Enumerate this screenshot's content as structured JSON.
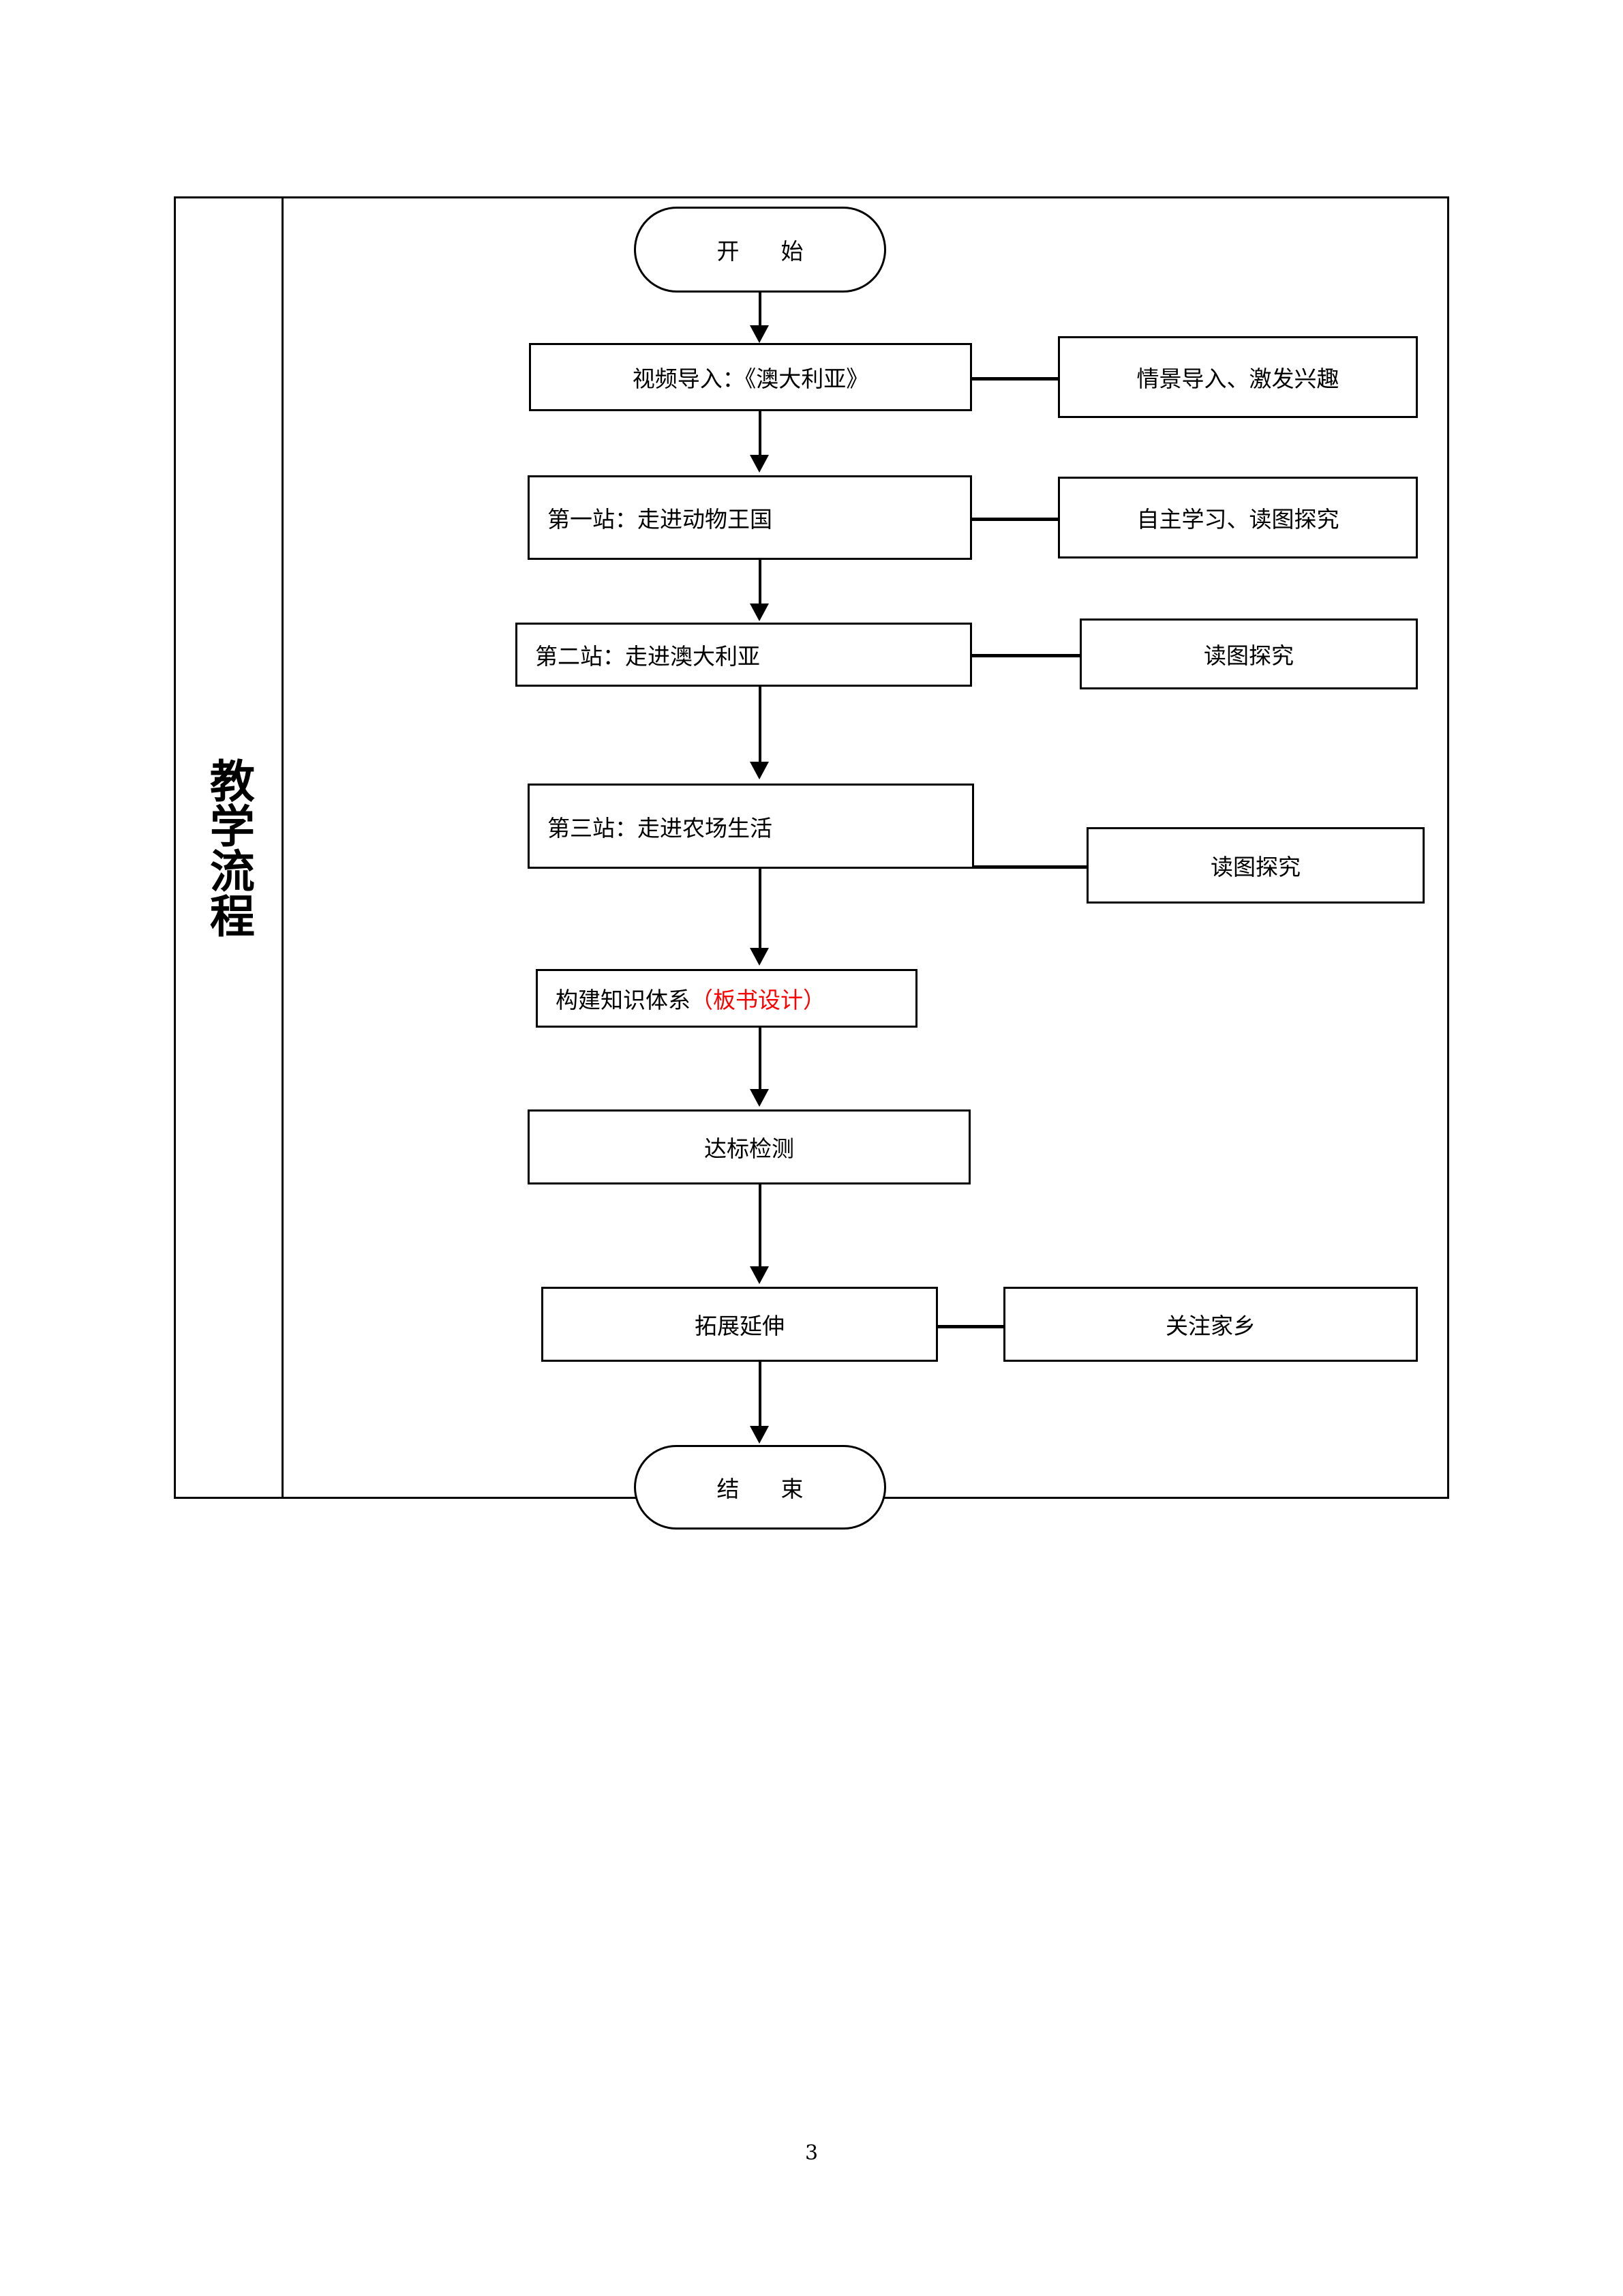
{
  "page": {
    "page_number": "3"
  },
  "table": {
    "row_label": "教学流程"
  },
  "flow": {
    "start": {
      "label": "开　始"
    },
    "end": {
      "label": "结　束"
    },
    "steps": [
      {
        "label": "视频导入：《澳大利亚》",
        "note": "情景导入、激发兴趣"
      },
      {
        "label": "第一站：走进动物王国",
        "note": "自主学习、读图探究"
      },
      {
        "label": "第二站：走进澳大利亚",
        "note": "读图探究"
      },
      {
        "label": "第三站：走进农场生活",
        "note": "读图探究"
      },
      {
        "label_main": "构建知识体系",
        "label_accent": "（板书设计）",
        "note": ""
      },
      {
        "label": "达标检测",
        "note": ""
      },
      {
        "label": "拓展延伸",
        "note": "关注家乡"
      }
    ]
  },
  "colors": {
    "accent": "#ff0000",
    "line": "#000000",
    "background": "#ffffff"
  }
}
